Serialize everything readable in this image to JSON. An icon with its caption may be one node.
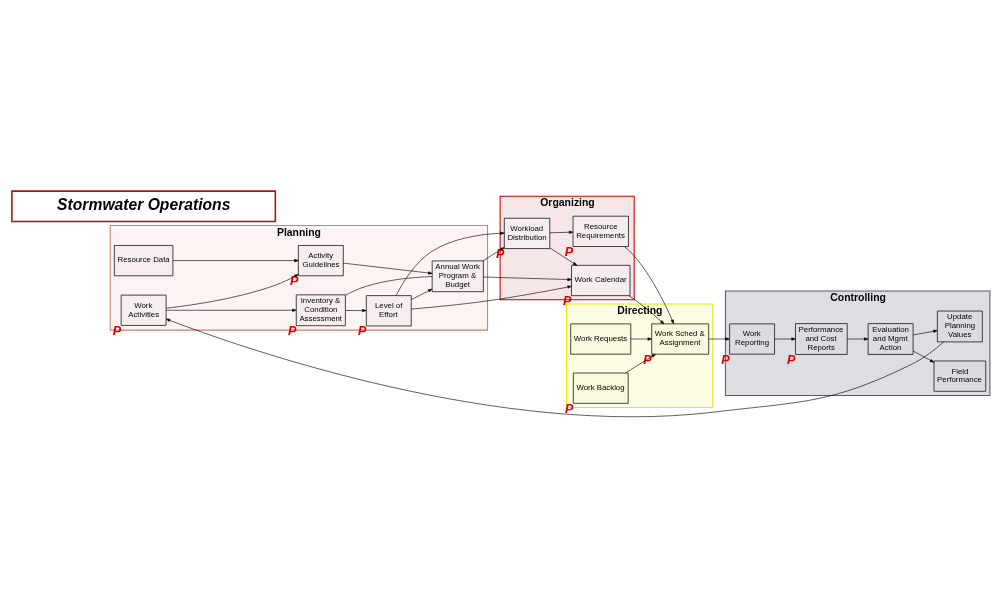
{
  "diagram": {
    "nodes": [
      {
        "text": [
          "Planning"
        ]
      },
      {
        "text": [
          "Organizing"
        ]
      },
      {
        "text": [
          "Directing"
        ]
      },
      {
        "text": [
          "Controlling"
        ]
      },
      {
        "text": [
          "Resource Data"
        ],
        "in": 0
      },
      {
        "text": [
          "Activity Guidelines"
        ],
        "in": 0,
        "beside": [
          "P"
        ]
      },
      {
        "text": [
          "Annual Work Program & Budget"
        ],
        "in": 0
      },
      {
        "text": [
          "Work Activities"
        ],
        "in": 0,
        "beside": [
          "P"
        ]
      },
      {
        "text": [
          "Inventory & Condition Assessment"
        ],
        "in": 0,
        "beside": [
          "P"
        ]
      },
      {
        "text": [
          "Level of Effort"
        ],
        "in": 0,
        "beside": [
          "P"
        ]
      },
      {
        "text": [
          "Resource Requirements"
        ],
        "in": 1,
        "beside": [
          "P"
        ]
      },
      {
        "text": [
          "Workload Distribution"
        ],
        "in": 1,
        "beside": [
          "P"
        ]
      },
      {
        "text": [
          "Work Calendar"
        ],
        "in": 1,
        "beside": [
          "P"
        ]
      },
      {
        "text": [
          "Work Requests"
        ],
        "in": 2
      },
      {
        "text": [
          "Work Sched & Assignment"
        ],
        "in": 2,
        "beside": [
          "P"
        ]
      },
      {
        "text": [
          "Work Backlog"
        ],
        "in": 2,
        "beside": [
          "P"
        ]
      },
      {
        "text": [
          "Work Reporting"
        ],
        "in": 3,
        "beside": [
          "P"
        ]
      },
      {
        "text": [
          "Performance and Cost Reports"
        ],
        "in": 3,
        "beside": [
          "P"
        ]
      },
      {
        "text": [
          "Evaluation and Mgmt Action"
        ],
        "in": 3
      },
      {
        "text": [
          "Field Performance"
        ],
        "in": 3
      },
      {
        "text": [
          "Update Planning Values"
        ],
        "in": 3
      },
      {
        "text": [
          "Stormwater Operations"
        ]
      }
    ],
    "edges": [
      {
        "from": 4,
        "to": 5,
        "arrow": "to"
      },
      {
        "from": 7,
        "to": 5,
        "arrow": "to"
      },
      {
        "from": 7,
        "to": 8,
        "arrow": "to"
      },
      {
        "from": 5,
        "to": 6,
        "arrow": "to"
      },
      {
        "from": 8,
        "to": 6,
        "arrow": "none"
      },
      {
        "from": 8,
        "to": 9,
        "arrow": "to"
      },
      {
        "from": 9,
        "to": 6,
        "arrow": "to"
      },
      {
        "from": 6,
        "to": 11,
        "arrow": "to"
      },
      {
        "from": 6,
        "to": 12,
        "arrow": "to"
      },
      {
        "from": 9,
        "to": 11,
        "arrow": "to"
      },
      {
        "from": 9,
        "to": 12,
        "arrow": "to"
      },
      {
        "from": 11,
        "to": 10,
        "arrow": "to"
      },
      {
        "from": 11,
        "to": 12,
        "arrow": "to"
      },
      {
        "from": 10,
        "to": 14,
        "arrow": "to"
      },
      {
        "from": 12,
        "to": 14,
        "arrow": "to"
      },
      {
        "from": 13,
        "to": 14,
        "arrow": "to"
      },
      {
        "from": 15,
        "to": 14,
        "arrow": "to"
      },
      {
        "from": 14,
        "to": 16,
        "arrow": "to"
      },
      {
        "from": 16,
        "to": 17,
        "arrow": "to"
      },
      {
        "from": 17,
        "to": 18,
        "arrow": "to"
      },
      {
        "from": 18,
        "to": 19,
        "arrow": "to"
      },
      {
        "from": 18,
        "to": 20,
        "arrow": "to"
      },
      {
        "from": 20,
        "to": 7,
        "arrow": "to"
      }
    ]
  }
}
